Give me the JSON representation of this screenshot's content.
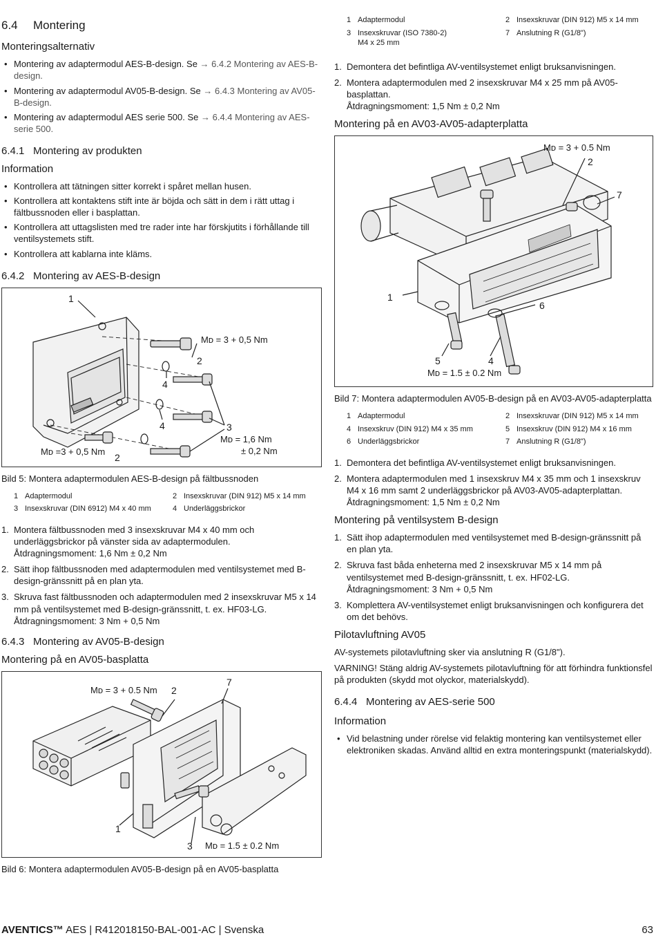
{
  "left": {
    "s64": {
      "num": "6.4",
      "title": "Montering"
    },
    "alt_heading": "Monteringsalternativ",
    "alt_items": [
      {
        "text": "Montering av adaptermodul AES-B-design. Se ",
        "ref": "→ 6.4.2 Montering av AES-B-design."
      },
      {
        "text": "Montering av adaptermodul AV05-B-design. Se ",
        "ref": "→ 6.4.3 Montering av AV05-B-design."
      },
      {
        "text": "Montering av adaptermodul AES serie 500. Se ",
        "ref": "→ 6.4.4 Montering av AES-serie 500."
      }
    ],
    "s641": {
      "num": "6.4.1",
      "title": "Montering av produkten"
    },
    "info_heading": "Information",
    "info_items": [
      "Kontrollera att tätningen sitter korrekt i spåret mellan husen.",
      "Kontrollera att kontaktens stift inte är böjda och sätt in dem i rätt uttag i fältbussnoden eller i basplattan.",
      "Kontrollera att uttagslisten med tre rader inte har förskjutits i förhållande till ventilsystemets stift.",
      "Kontrollera att kablarna inte kläms."
    ],
    "s642": {
      "num": "6.4.2",
      "title": "Montering av AES-B-design"
    },
    "fig5": {
      "labels": {
        "l1": "1",
        "l2a": "2",
        "l2b": "2",
        "l3": "3",
        "l4a": "4",
        "l4b": "4"
      },
      "md_top": "Mᴅ = 3 + 0,5 Nm",
      "md_left": "Mᴅ =3 + 0,5 Nm",
      "md_right_1": "Mᴅ = 1,6 Nm",
      "md_right_2": "± 0,2 Nm",
      "caption": "Bild 5: Montera adaptermodulen AES-B-design på fältbussnoden",
      "legend": [
        {
          "n": "1",
          "t": "Adaptermodul"
        },
        {
          "n": "2",
          "t": "Insexskruvar (DIN 912) M5 x 14 mm"
        },
        {
          "n": "3",
          "t": "Insexskruvar (DIN 6912) M4 x 40 mm"
        },
        {
          "n": "4",
          "t": "Underläggsbrickor"
        }
      ]
    },
    "steps5": [
      {
        "n": "1.",
        "t": "Montera fältbussnoden med 3 insexskruvar M4 x 40 mm och underläggsbrickor på vänster sida av adaptermodulen.",
        "t2": "Åtdragningsmoment: 1,6 Nm ± 0,2 Nm"
      },
      {
        "n": "2.",
        "t": "Sätt ihop fältbussnoden med adaptermodulen med ventilsystemet med B-design-gränssnitt på en plan yta.",
        "t2": ""
      },
      {
        "n": "3.",
        "t": "Skruva fast fältbussnoden och adaptermodulen med 2 insexskruvar M5 x 14 mm på ventilsystemet med B-design-gränssnitt, t. ex. HF03-LG.",
        "t2": "Åtdragningsmoment: 3 Nm + 0,5 Nm"
      }
    ],
    "s643": {
      "num": "6.4.3",
      "title": "Montering av AV05-B-design"
    },
    "av05_heading": "Montering på en AV05-basplatta",
    "fig6": {
      "labels": {
        "l1": "1",
        "l2": "2",
        "l3": "3",
        "l7": "7"
      },
      "md_top": "Mᴅ = 3 + 0.5 Nm",
      "md_bottom": "Mᴅ = 1.5 ± 0.2 Nm",
      "caption": "Bild 6: Montera adaptermodulen AV05-B-design på en AV05-basplatta"
    }
  },
  "right": {
    "legend6": [
      {
        "n": "1",
        "t": "Adaptermodul"
      },
      {
        "n": "2",
        "t": "Insexskruvar (DIN 912) M5 x 14 mm"
      },
      {
        "n": "3",
        "t": "Insexskruvar (ISO 7380-2) M4 x 25 mm"
      },
      {
        "n": "7",
        "t": "Anslutning R (G1/8\")"
      }
    ],
    "steps6": [
      {
        "n": "1.",
        "t": "Demontera det befintliga AV-ventilsystemet enligt bruksanvisningen.",
        "t2": ""
      },
      {
        "n": "2.",
        "t": "Montera adaptermodulen med 2 insexskruvar M4 x 25 mm på AV05-basplattan.",
        "t2": "Åtdragningsmoment: 1,5 Nm ± 0,2 Nm"
      }
    ],
    "av03_heading": "Montering på en AV03-AV05-adapterplatta",
    "fig7": {
      "labels": {
        "l1": "1",
        "l2": "2",
        "l4": "4",
        "l5": "5",
        "l6": "6",
        "l7": "7"
      },
      "md_top": "Mᴅ = 3 + 0.5 Nm",
      "md_bottom": "Mᴅ = 1.5 ± 0.2 Nm",
      "caption": "Bild 7: Montera adaptermodulen AV05-B-design på en AV03-AV05-adapterplatta",
      "legend": [
        {
          "n": "1",
          "t": "Adaptermodul"
        },
        {
          "n": "2",
          "t": "Insexskruvar (DIN 912) M5 x 14 mm"
        },
        {
          "n": "4",
          "t": "Insexskruv (DIN 912) M4 x 35 mm"
        },
        {
          "n": "5",
          "t": "Insexskruv (DIN 912) M4 x 16 mm"
        },
        {
          "n": "6",
          "t": "Underläggsbrickor"
        },
        {
          "n": "7",
          "t": "Anslutning R (G1/8\")"
        }
      ]
    },
    "steps7": [
      {
        "n": "1.",
        "t": "Demontera det befintliga AV-ventilsystemet enligt bruksanvisningen.",
        "t2": ""
      },
      {
        "n": "2.",
        "t": "Montera adaptermodulen med 1 insexskruv M4 x 35 mm och 1 insexskruv M4 x 16 mm samt 2 underläggsbrickor på AV03-AV05-adapterplattan.",
        "t2": "Åtdragningsmoment: 1,5 Nm ± 0,2 Nm"
      }
    ],
    "bdesign_heading": "Montering på ventilsystem B-design",
    "steps_b": [
      {
        "n": "1.",
        "t": "Sätt ihop adaptermodulen med ventilsystemet med B-design-gränssnitt på en plan yta.",
        "t2": ""
      },
      {
        "n": "2.",
        "t": "Skruva fast båda enheterna med 2 insexskruvar M5 x 14 mm på ventilsystemet med B-design-gränssnitt, t. ex. HF02-LG.",
        "t2": "Åtdragningsmoment: 3 Nm + 0,5 Nm"
      },
      {
        "n": "3.",
        "t": "Komplettera AV-ventilsystemet enligt bruksanvisningen och konfigurera det om det behövs.",
        "t2": ""
      }
    ],
    "pilot_heading": "Pilotavluftning AV05",
    "pilot_text": "AV-systemets pilotavluftning sker via anslutning R (G1/8\").",
    "warning_label": "VARNING!",
    "warning_text": " Stäng aldrig AV-systemets pilotavluftning för att förhindra funktionsfel på produkten (skydd mot olyckor, materialskydd).",
    "s644": {
      "num": "6.4.4",
      "title": "Montering av AES-serie 500"
    },
    "info_heading": "Information",
    "info_items": [
      "Vid belastning under rörelse vid felaktig montering kan ventilsystemet eller elektroniken skadas. Använd alltid en extra monteringspunkt (materialskydd)."
    ]
  },
  "footer": {
    "brand": "AVENTICS™",
    "doc": " AES | R412018150-BAL-001-AC | Svenska",
    "page": "63"
  }
}
